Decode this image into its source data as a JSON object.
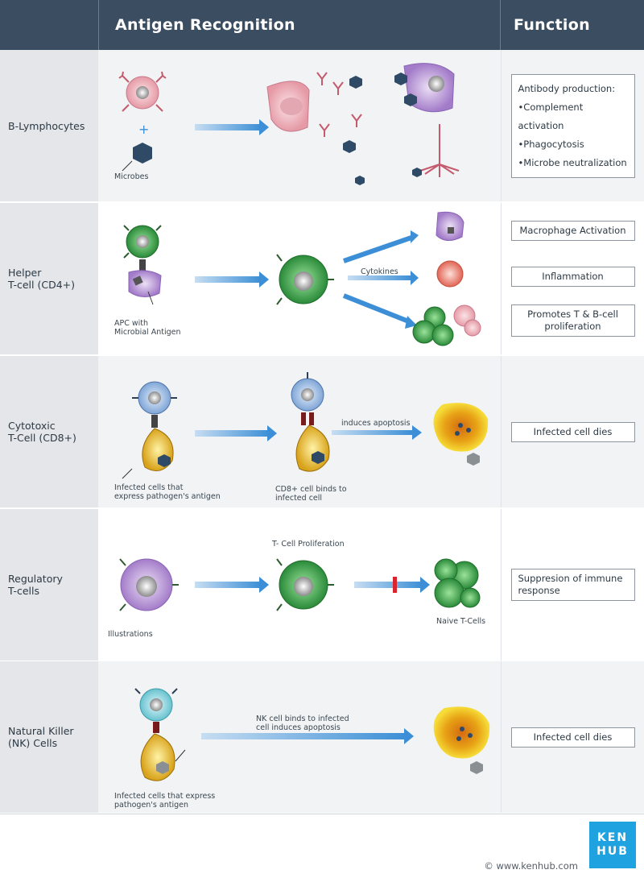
{
  "header": {
    "col2": "Antigen Recognition",
    "col3": "Function"
  },
  "rows": [
    {
      "label": "B-Lymphocytes",
      "notes": {
        "microbes": "Microbes"
      },
      "function_title": "Antibody production:",
      "functions": [
        "•Complement activation",
        "•Phagocytosis",
        "•Microbe neutralization"
      ]
    },
    {
      "label": "Helper\nT-cell (CD4+)",
      "notes": {
        "apc": "APC with\nMicrobial Antigen",
        "cytokines": "Cytokines"
      },
      "functions": [
        "Macrophage Activation",
        "Inflammation",
        "Promotes T & B-cell proliferation"
      ]
    },
    {
      "label": "Cytotoxic\nT-Cell (CD8+)",
      "notes": {
        "infected": "Infected cells that\nexpress pathogen's antigen",
        "binds": "CD8+ cell binds to\ninfected cell",
        "apoptosis": "induces apoptosis"
      },
      "functions": [
        "Infected cell dies"
      ]
    },
    {
      "label": "Regulatory\nT-cells",
      "notes": {
        "illustrations": "Illustrations",
        "prolif": "T- Cell Proliferation",
        "naive": "Naive T-Cells"
      },
      "functions": [
        "Suppresion of immune response"
      ]
    },
    {
      "label": "Natural Killer\n(NK) Cells",
      "notes": {
        "infected": "Infected cells that express\npathogen's antigen",
        "nk": "NK cell binds to infected\ncell induces apoptosis"
      },
      "functions": [
        "Infected cell dies"
      ]
    }
  ],
  "footer": {
    "copyright": "© www.kenhub.com",
    "logo_top": "KEN",
    "logo_bottom": "HUB"
  },
  "colors": {
    "header": "#3b4d60",
    "arrow": "#3c8fd6",
    "label_bg": "#e4e6e9",
    "logo": "#1fa2e0"
  }
}
